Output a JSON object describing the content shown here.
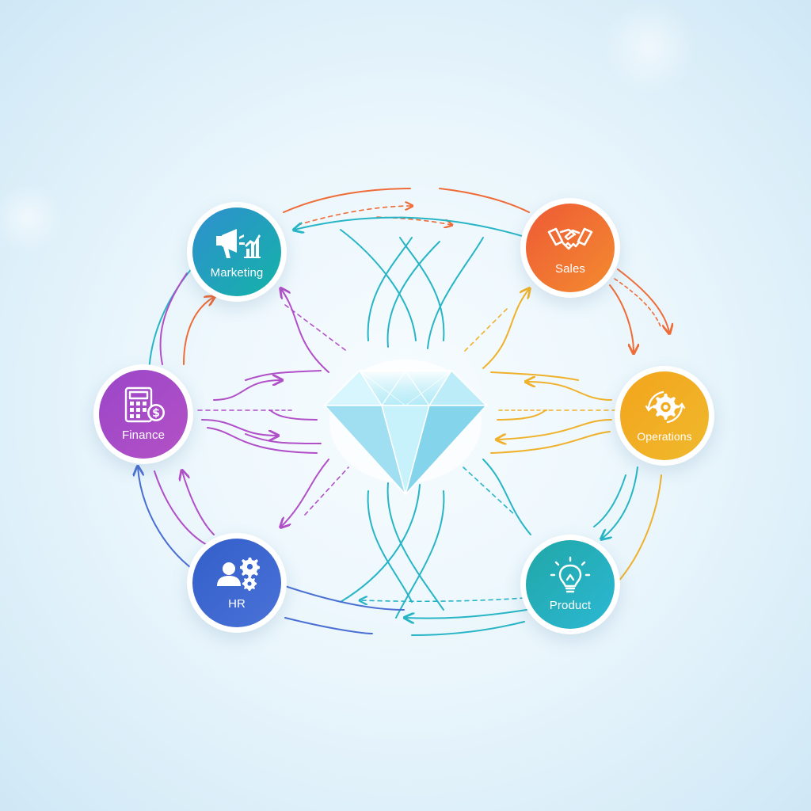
{
  "center": {
    "icon": "diamond-icon"
  },
  "departments": [
    {
      "id": "marketing",
      "label": "Marketing",
      "icon": "megaphone-chart-icon",
      "colors": [
        "#2f8fcf",
        "#14b3a8"
      ]
    },
    {
      "id": "sales",
      "label": "Sales",
      "icon": "handshake-icon",
      "colors": [
        "#ee5a36",
        "#f38b2f"
      ]
    },
    {
      "id": "operations",
      "label": "Operations",
      "icon": "gears-icon",
      "colors": [
        "#f2a41c",
        "#f0b92d"
      ]
    },
    {
      "id": "product",
      "label": "Product",
      "icon": "lightbulb-icon",
      "colors": [
        "#21a7a7",
        "#2bb8d4"
      ]
    },
    {
      "id": "hr",
      "label": "HR",
      "icon": "person-gear-icon",
      "colors": [
        "#335fc9",
        "#4a72d8"
      ]
    },
    {
      "id": "finance",
      "label": "Finance",
      "icon": "calculator-dollar-icon",
      "colors": [
        "#9a46c8",
        "#b451c6"
      ]
    }
  ],
  "palette": {
    "background": "#eaf6fc",
    "marketing": "#1f9fc0",
    "sales": "#ef6b37",
    "operations": "#f0b12a",
    "product": "#27b5c6",
    "hr": "#4a6fd3",
    "finance": "#b04fc7"
  }
}
